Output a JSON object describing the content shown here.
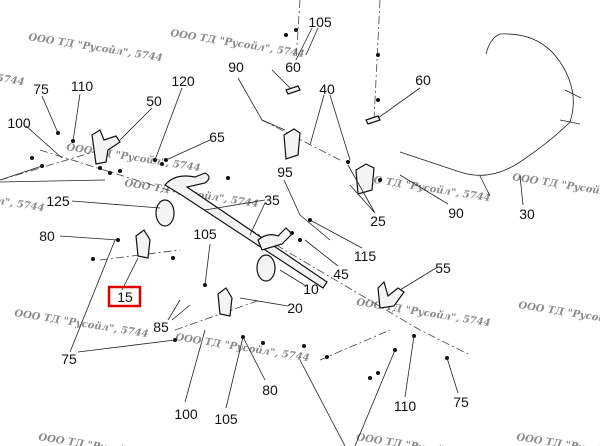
{
  "watermark": "ООО ТД \"Русойл\", 5744",
  "callouts": {
    "c105a": "105",
    "c60a": "60",
    "c90a": "90",
    "c40": "40",
    "c60b": "60",
    "c75a": "75",
    "c110a": "110",
    "c50": "50",
    "c120": "120",
    "c100a": "100",
    "c65": "65",
    "c95": "95",
    "c25": "25",
    "c90b": "90",
    "c30": "30",
    "c125": "125",
    "c35": "35",
    "c80a": "80",
    "c105b": "105",
    "c115": "115",
    "c45": "45",
    "c55": "55",
    "c15": "15",
    "c10": "10",
    "c20": "20",
    "c85": "85",
    "c75b": "75",
    "c80b": "80",
    "c110b": "110",
    "c75c": "75",
    "c100b": "100",
    "c105c": "105"
  },
  "highlight_color": "#e00000"
}
